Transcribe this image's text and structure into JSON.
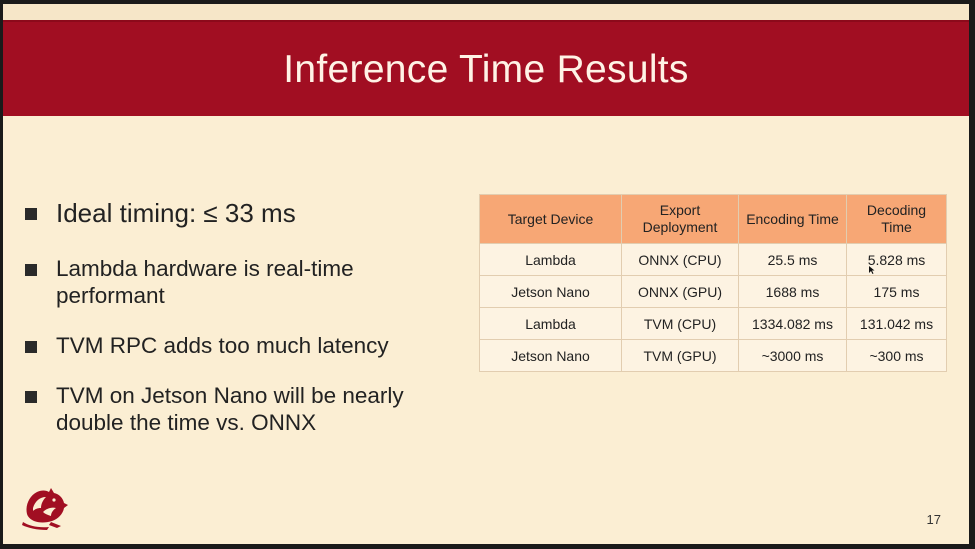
{
  "slide": {
    "title": "Inference Time Results",
    "bullets": [
      "Ideal timing: ≤ 33 ms",
      "Lambda hardware is real-time performant",
      "TVM RPC adds too much latency",
      "TVM on Jetson Nano will be nearly double the time vs. ONNX"
    ],
    "page_number": "17"
  },
  "table": {
    "headers": [
      "Target Device",
      "Export Deployment",
      "Encoding Time",
      "Decoding Time"
    ],
    "rows": [
      [
        "Lambda",
        "ONNX (CPU)",
        "25.5 ms",
        "5.828 ms"
      ],
      [
        "Jetson Nano",
        "ONNX (GPU)",
        "1688 ms",
        "175 ms"
      ],
      [
        "Lambda",
        "TVM (CPU)",
        "1334.082 ms",
        "131.042 ms"
      ],
      [
        "Jetson Nano",
        "TVM (GPU)",
        "~3000 ms",
        "~300 ms"
      ]
    ]
  },
  "colors": {
    "title_bar": "#a10e22",
    "slide_background": "#fbeed3",
    "table_header": "#f7a775",
    "logo": "#a10e22"
  },
  "icons": {
    "logo": "wsu-cougar-logo-icon",
    "bullet": "square-bullet-icon",
    "cursor": "mouse-cursor-icon"
  }
}
